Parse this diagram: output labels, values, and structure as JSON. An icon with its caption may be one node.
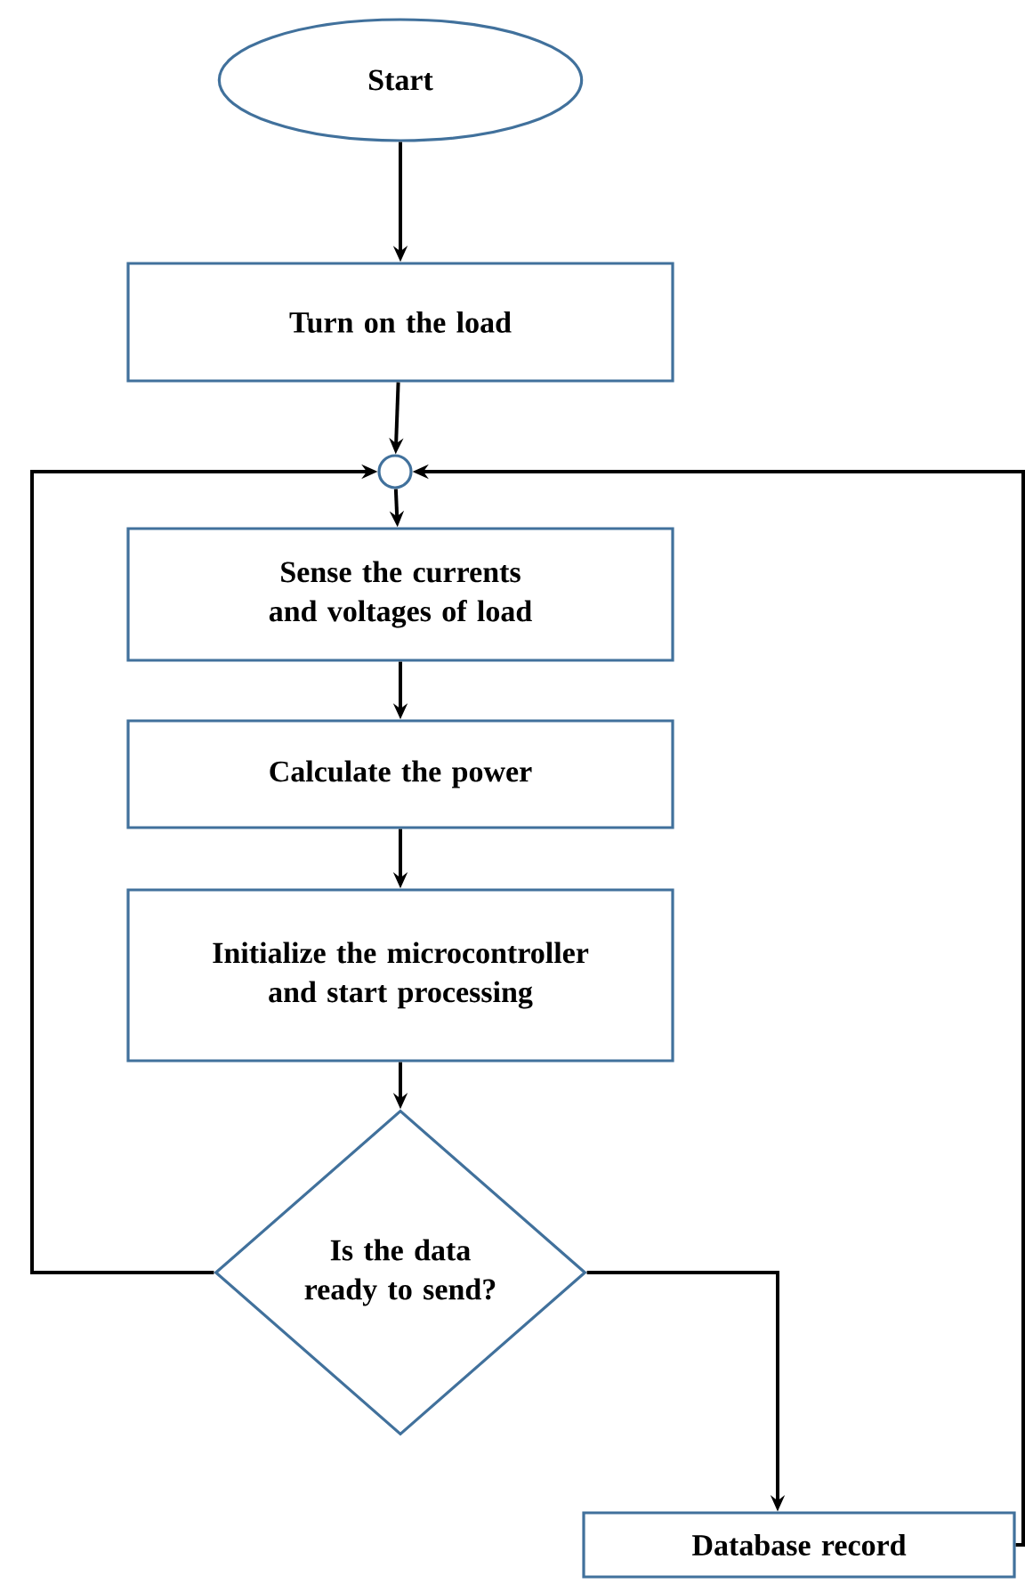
{
  "diagram": {
    "nodes": [
      {
        "text": [
          "Start"
        ]
      },
      {
        "text": [
          "Turn on the load"
        ]
      },
      {
        "text": [],
        "shape": "circle"
      },
      {
        "text": [
          "Sense the currents and voltages of load"
        ]
      },
      {
        "text": [
          "Calculate the power"
        ]
      },
      {
        "text": [
          "Initialize the microcontroller and start processing"
        ]
      },
      {
        "text": [
          "Is the data ready to send?"
        ]
      },
      {
        "text": [
          "Database record"
        ]
      }
    ],
    "edges": [
      {
        "from": 0,
        "to": 1,
        "arrow": "to"
      },
      {
        "from": 1,
        "to": 2,
        "arrow": "to"
      },
      {
        "from": 2,
        "to": 3,
        "arrow": "to"
      },
      {
        "from": 3,
        "to": 4,
        "arrow": "to"
      },
      {
        "from": 4,
        "to": 5,
        "arrow": "to"
      },
      {
        "from": 5,
        "to": 6,
        "arrow": "to"
      },
      {
        "from": 6,
        "to": 2,
        "arrow": "to"
      },
      {
        "from": 6,
        "to": 7,
        "arrow": "to"
      },
      {
        "from": 7,
        "to": 2,
        "arrow": "to"
      }
    ]
  }
}
